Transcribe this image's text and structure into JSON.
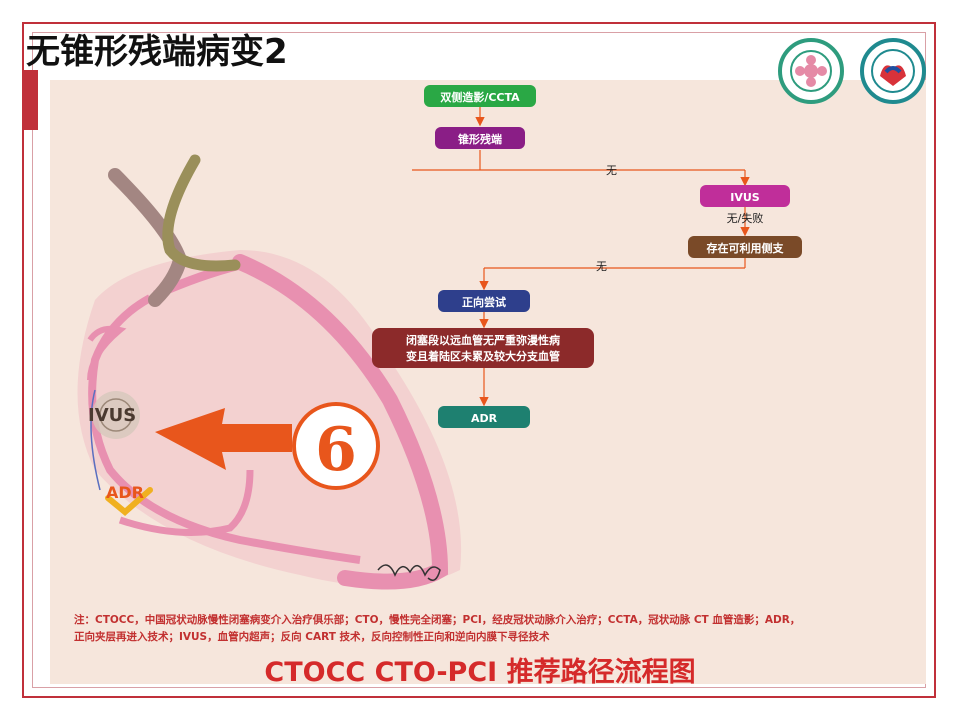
{
  "slide": {
    "title": "无锥形残端病变2",
    "colors": {
      "frame": "#c0303a",
      "panel": "#f6e6dc",
      "accent_orange": "#e8561c",
      "footnote": "#c23030"
    }
  },
  "flowchart": {
    "nodes": [
      {
        "id": "n1",
        "label": "双侧造影/CCTA",
        "color": "#2aa845"
      },
      {
        "id": "n2",
        "label": "锥形残端",
        "color": "#8a1e86"
      },
      {
        "id": "n3",
        "label": "IVUS",
        "color": "#c02e9a"
      },
      {
        "id": "n4",
        "label": "存在可利用侧支",
        "color": "#7a4a28"
      },
      {
        "id": "n5",
        "label": "正向尝试",
        "color": "#2e3f8c"
      },
      {
        "id": "n6",
        "label": "闭塞段以远血管无严重弥漫性病",
        "label2": "变且着陆区未累及较大分支血管",
        "color": "#8c2a2a"
      },
      {
        "id": "n7",
        "label": "ADR",
        "color": "#1e8070"
      }
    ],
    "edge_labels": {
      "no_1": "无",
      "no_fail": "无/失败",
      "no_2": "无"
    }
  },
  "illustration": {
    "labels": {
      "ivus": "IVUS",
      "adr": "ADR",
      "step_number": "6"
    },
    "icons": [
      "heart-vessel-diagram",
      "arrow-left-icon",
      "signature"
    ]
  },
  "footnote": {
    "line1": "注：CTOCC，中国冠状动脉慢性闭塞病变介入治疗俱乐部；CTO，慢性完全闭塞；PCI，经皮冠状动脉介入治疗；CCTA，冠状动脉 CT 血管造影；ADR，",
    "line2": "正向夹层再进入技术；IVUS，血管内超声；反向 CART 技术，反向控制性正向和逆向内膜下寻径技术"
  },
  "bottom_title": "CTOCC CTO-PCI 推荐路径流程图"
}
